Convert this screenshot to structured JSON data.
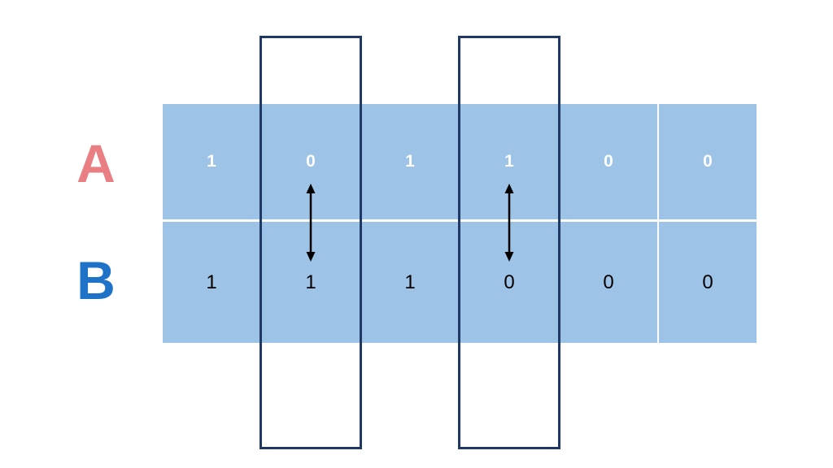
{
  "diagram": {
    "description": "Comparison of two binary strings A and B with differing bit positions highlighted",
    "rows": [
      {
        "label": "A",
        "label_color": "#e97f82",
        "value_color": "#ffffff",
        "values": [
          "1",
          "0",
          "1",
          "1",
          "0",
          "0"
        ]
      },
      {
        "label": "B",
        "label_color": "#1e73c9",
        "value_color": "#000000",
        "values": [
          "1",
          "1",
          "1",
          "0",
          "0",
          "0"
        ]
      }
    ],
    "cell_fill_color": "#9dc3e6",
    "highlight": {
      "columns": [
        2,
        4
      ],
      "border_color": "#1f3864"
    },
    "arrow_color": "#000000"
  }
}
